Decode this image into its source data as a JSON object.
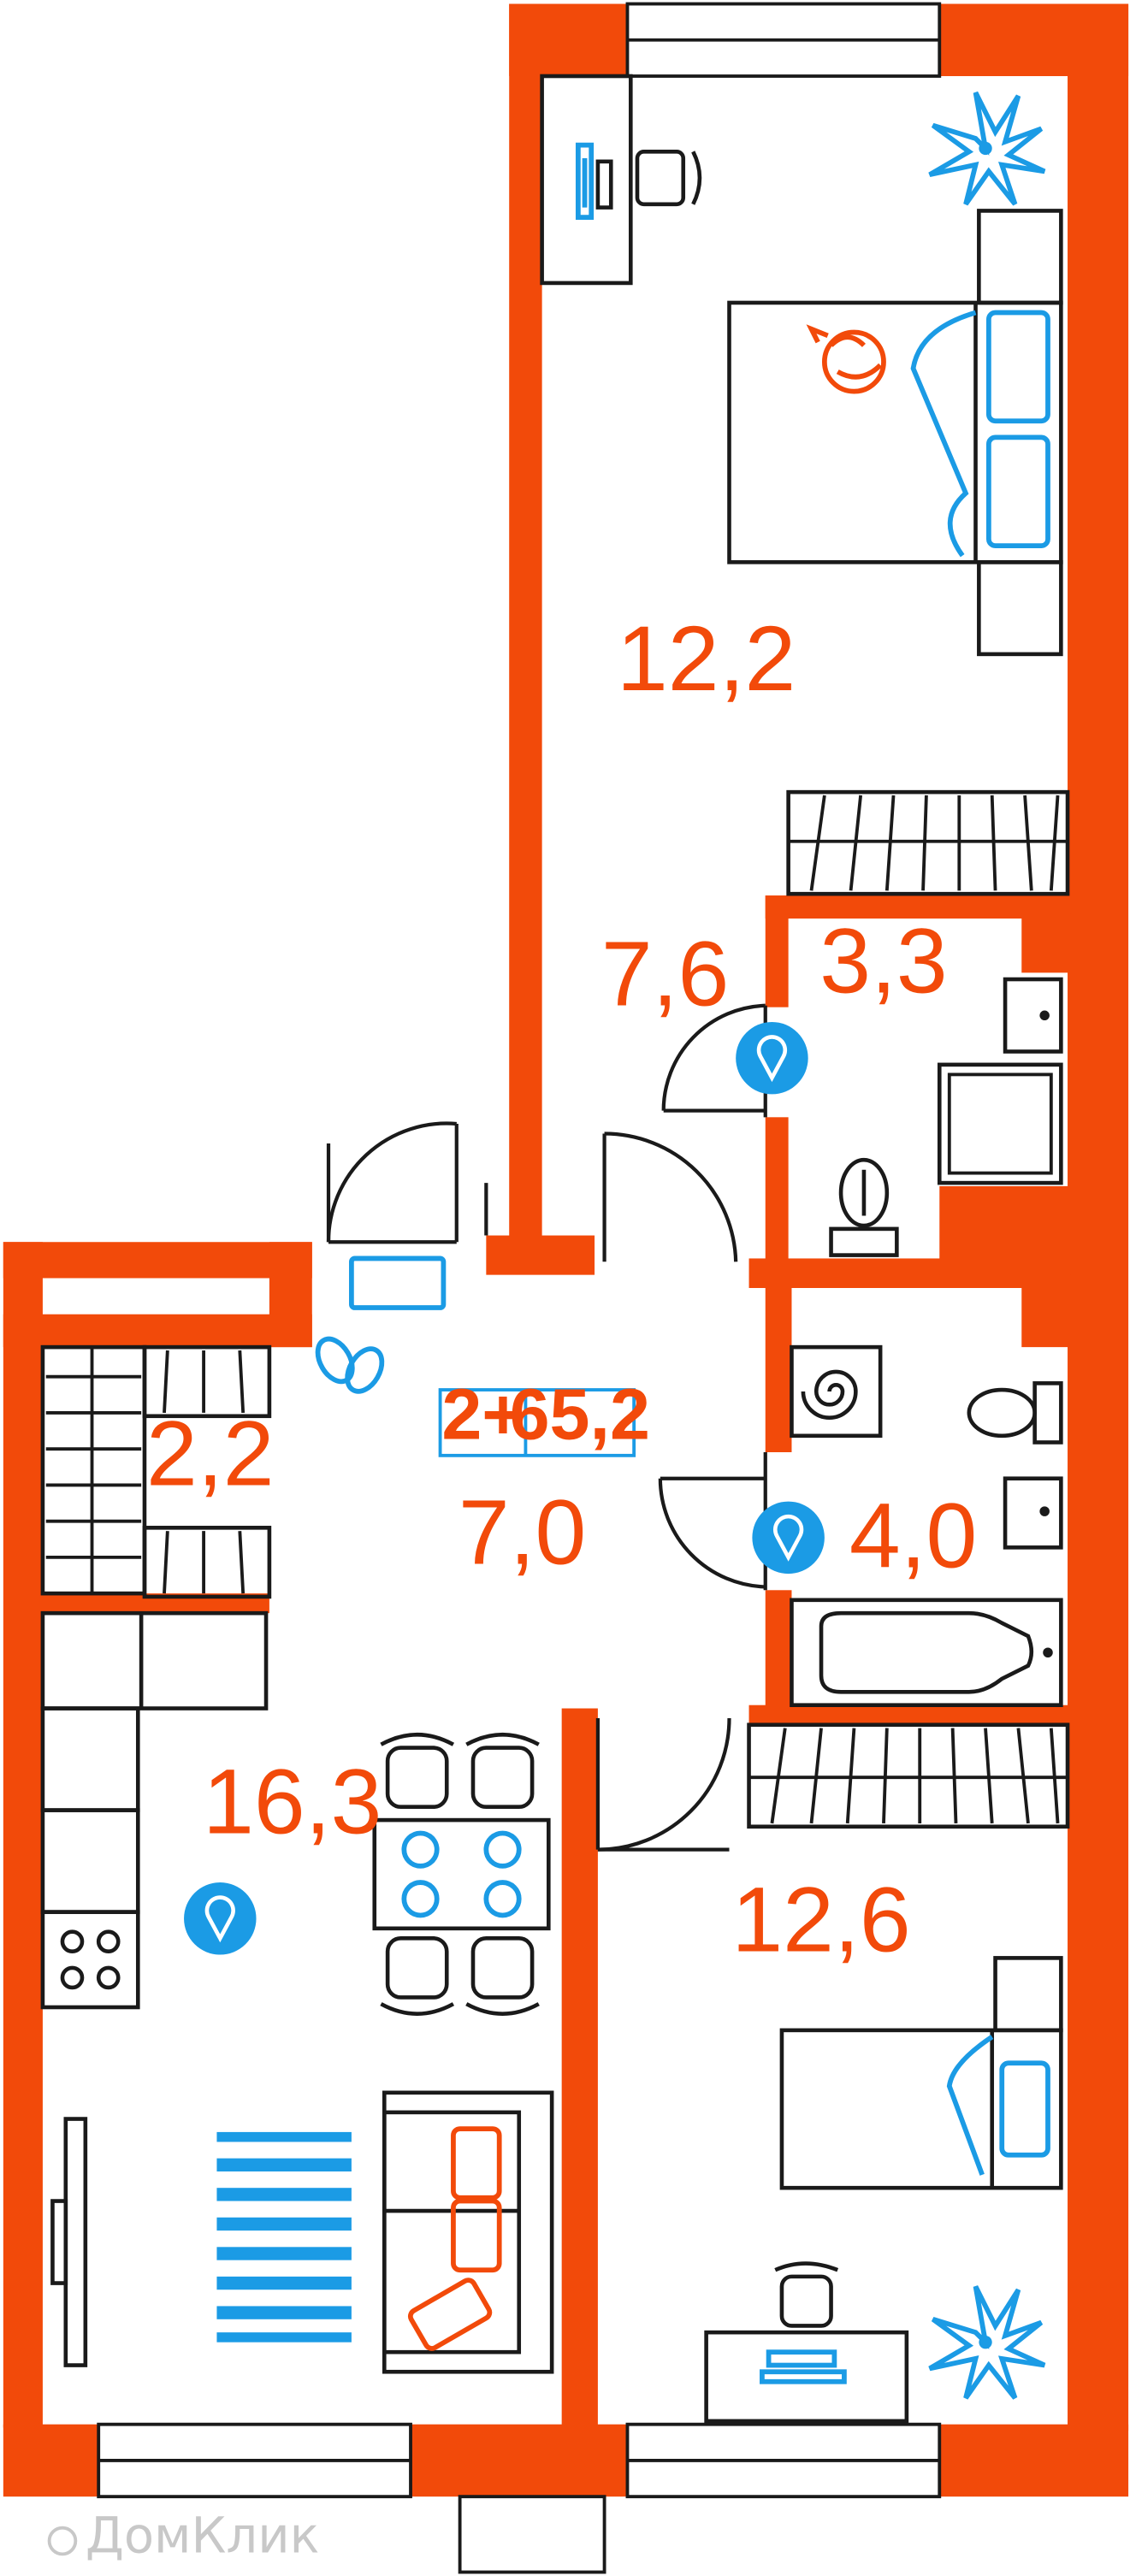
{
  "colors": {
    "wall": "#F24A0A",
    "accent_blue": "#1B9BE5",
    "line": "#1A1A1A"
  },
  "rooms": {
    "bedroom_top": "12,2",
    "corridor": "7,6",
    "bathroom_top": "3,3",
    "storage": "2,2",
    "hall": "7,0",
    "bathroom_bottom": "4,0",
    "kitchen": "16,3",
    "bedroom_bottom": "12,6"
  },
  "badge": {
    "rooms": "2+",
    "total_area": "65,2"
  },
  "watermark": "ДомКлик",
  "icons": [
    "plant-icon",
    "cat-icon",
    "location-pin-icon",
    "slippers-icon",
    "hob-icon",
    "washing-machine-icon"
  ]
}
